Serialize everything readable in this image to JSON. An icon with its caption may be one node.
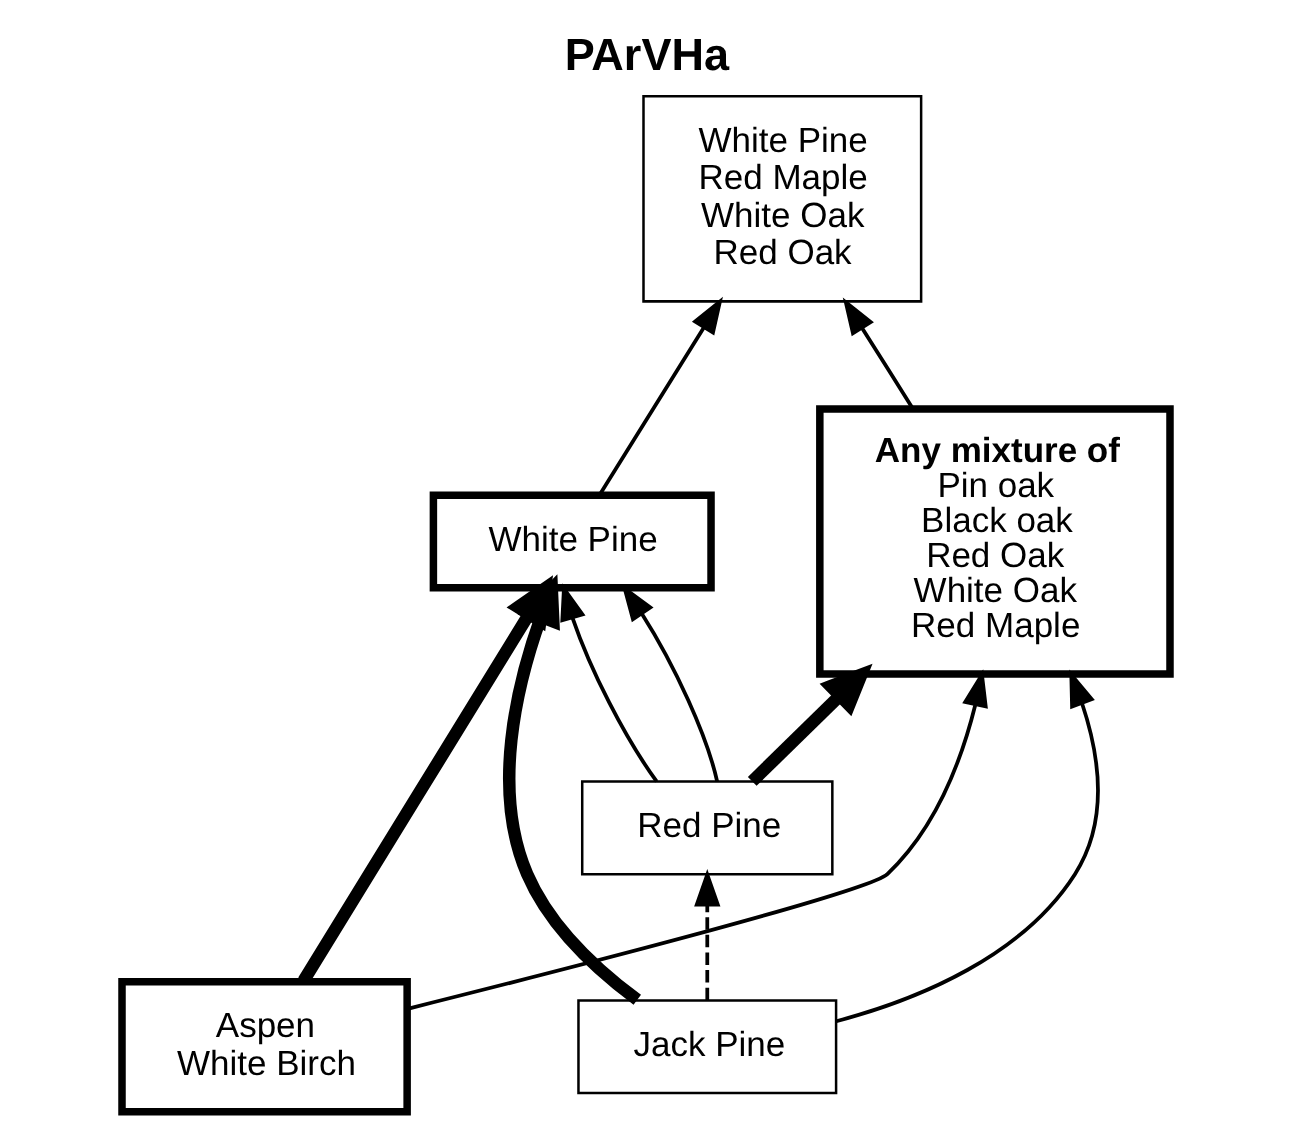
{
  "diagram": {
    "title": "PArVHa",
    "nodes": [
      {
        "text": [
          "White Pine",
          "Red Maple",
          "White Oak",
          "Red Oak"
        ]
      },
      {
        "text": [
          "Any mixture of",
          "Pin oak",
          "Black oak",
          "Red Oak",
          "White Oak",
          "Red Maple"
        ]
      },
      {
        "text": [
          "White Pine"
        ]
      },
      {
        "text": [
          "Red Pine"
        ]
      },
      {
        "text": [
          "Jack Pine"
        ]
      },
      {
        "text": [
          "Aspen",
          "White Birch"
        ]
      }
    ],
    "edges": [
      {
        "from": 2,
        "to": 0,
        "arrow": "to"
      },
      {
        "from": 1,
        "to": 0,
        "arrow": "to"
      },
      {
        "from": 3,
        "to": 2,
        "arrow": "to"
      },
      {
        "from": 4,
        "to": 3,
        "arrow": "to",
        "style": "dashed"
      },
      {
        "from": 3,
        "to": 1,
        "arrow": "to",
        "style": "thick"
      },
      {
        "from": 4,
        "to": 1,
        "arrow": "to"
      },
      {
        "from": 5,
        "to": 2,
        "arrow": "to",
        "style": "thick"
      },
      {
        "from": 5,
        "to": 1,
        "arrow": "to"
      },
      {
        "from": 3,
        "to": 2,
        "arrow": "to"
      },
      {
        "from": 4,
        "to": 2,
        "arrow": "to",
        "style": "thick"
      }
    ]
  }
}
